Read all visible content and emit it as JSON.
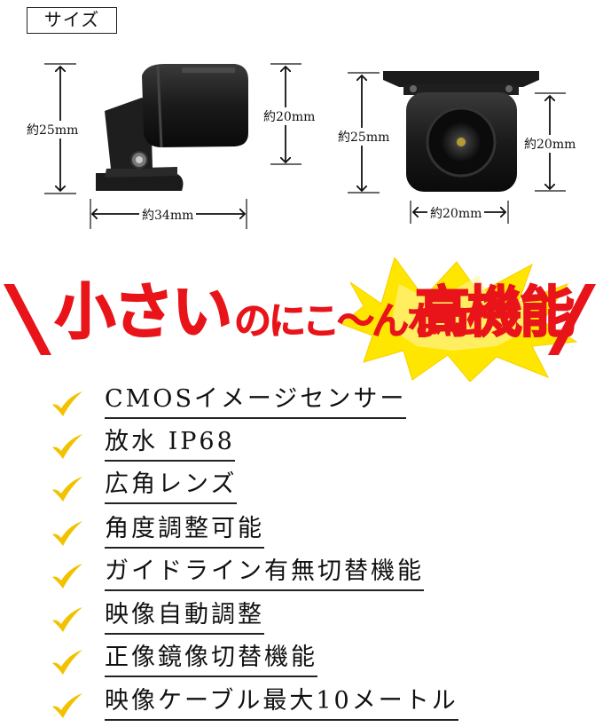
{
  "size_label": "サイズ",
  "camera_side": {
    "height_label": "約25mm",
    "width_label": "約34mm",
    "body_height_label": "約20mm"
  },
  "camera_front": {
    "height_label": "約25mm",
    "width_label": "約20mm",
    "body_height_label": "約20mm"
  },
  "headline": {
    "part1": "小さい",
    "part2": "のにこ～んなに",
    "part3": "高機能",
    "text_color": "#e8141a",
    "burst_color": "#ffe600"
  },
  "features": [
    "CMOSイメージセンサー",
    "放水 IP68",
    "広角レンズ",
    "角度調整可能",
    "ガイドライン有無切替機能",
    "映像自動調整",
    "正像鏡像切替機能",
    "映像ケーブル最大10メートル"
  ],
  "check_color": "#f2c200"
}
